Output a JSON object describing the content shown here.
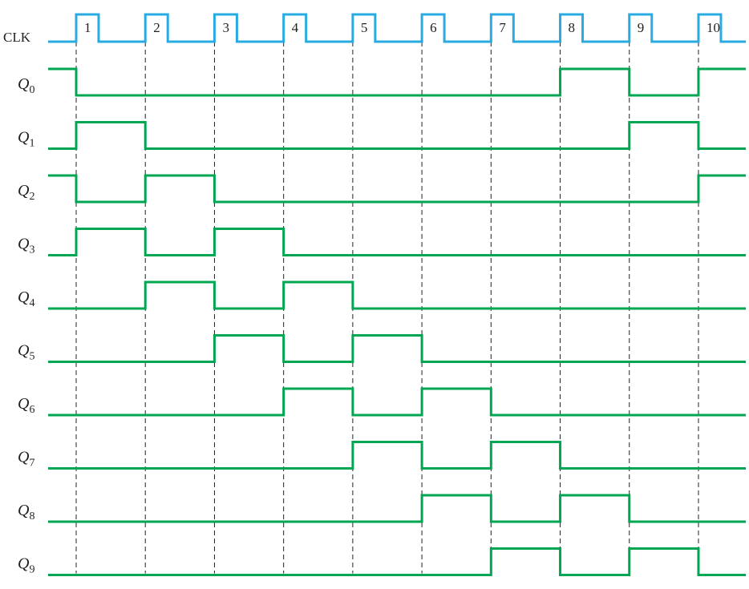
{
  "clock": {
    "label": "CLK",
    "color": "#29abe2",
    "pulse_labels": [
      "1",
      "2",
      "3",
      "4",
      "5",
      "6",
      "7",
      "8",
      "9",
      "10"
    ]
  },
  "signal_color": "#00a651",
  "signals": [
    {
      "name": "Q",
      "sub": "0",
      "levels": [
        1,
        0,
        0,
        0,
        0,
        0,
        0,
        0,
        1,
        0,
        1
      ]
    },
    {
      "name": "Q",
      "sub": "1",
      "levels": [
        0,
        1,
        0,
        0,
        0,
        0,
        0,
        0,
        0,
        1,
        0
      ]
    },
    {
      "name": "Q",
      "sub": "2",
      "levels": [
        1,
        0,
        1,
        0,
        0,
        0,
        0,
        0,
        0,
        0,
        1
      ]
    },
    {
      "name": "Q",
      "sub": "3",
      "levels": [
        0,
        1,
        0,
        1,
        0,
        0,
        0,
        0,
        0,
        0,
        0
      ]
    },
    {
      "name": "Q",
      "sub": "4",
      "levels": [
        0,
        0,
        1,
        0,
        1,
        0,
        0,
        0,
        0,
        0,
        0
      ]
    },
    {
      "name": "Q",
      "sub": "5",
      "levels": [
        0,
        0,
        0,
        1,
        0,
        1,
        0,
        0,
        0,
        0,
        0
      ]
    },
    {
      "name": "Q",
      "sub": "6",
      "levels": [
        0,
        0,
        0,
        0,
        1,
        0,
        1,
        0,
        0,
        0,
        0
      ]
    },
    {
      "name": "Q",
      "sub": "7",
      "levels": [
        0,
        0,
        0,
        0,
        0,
        1,
        0,
        1,
        0,
        0,
        0
      ]
    },
    {
      "name": "Q",
      "sub": "8",
      "levels": [
        0,
        0,
        0,
        0,
        0,
        0,
        1,
        0,
        1,
        0,
        0
      ]
    },
    {
      "name": "Q",
      "sub": "9",
      "levels": [
        0,
        0,
        0,
        0,
        0,
        0,
        0,
        1,
        0,
        1,
        0
      ]
    }
  ]
}
